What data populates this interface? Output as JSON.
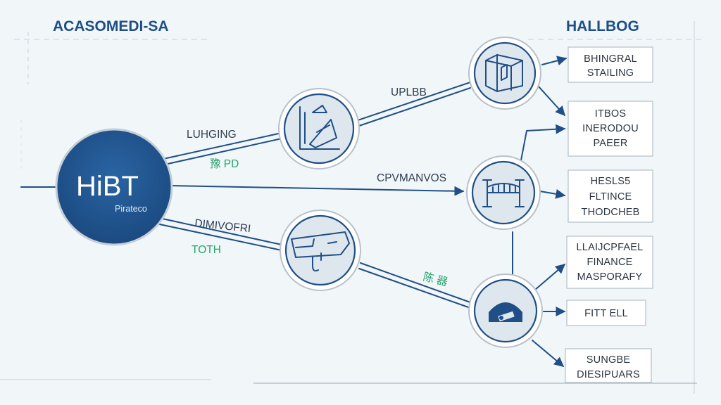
{
  "headers": {
    "left": "ACASOMEDI-SA",
    "right": "HALLBOG"
  },
  "hub": {
    "title": "HiBT",
    "subtitle": "Pirateco"
  },
  "edge_labels": {
    "upper_left": "LUHGING",
    "upper_left_green": "豫 PD",
    "top": "UPLBB",
    "middle": "CPVMANVOS",
    "lower_left": "DIMIVOFRI",
    "lower_left_green": "TOTH",
    "lower_mid_green": "陈 器"
  },
  "nodes": [
    {
      "name": "chart-node",
      "icon": "chart-icon"
    },
    {
      "name": "box-node",
      "icon": "box-icon"
    },
    {
      "name": "bridge-node",
      "icon": "bridge-icon"
    },
    {
      "name": "machine-node",
      "icon": "machine-icon"
    },
    {
      "name": "dome-node",
      "icon": "dome-icon"
    }
  ],
  "boxes": [
    {
      "lines": [
        "BHINGRAL",
        "STAILING"
      ]
    },
    {
      "lines": [
        "ITBOS",
        "INERODOU",
        "PAEER"
      ]
    },
    {
      "lines": [
        "HESLS5",
        "FLTINCE",
        "THODCHEB"
      ]
    },
    {
      "lines": [
        "LLAIJCPFAEL",
        "FINANCE",
        "MASPORAFY"
      ]
    },
    {
      "lines": [
        "FITT ELL"
      ]
    },
    {
      "lines": [
        "SUNGBE",
        "DIESIPUARS"
      ]
    }
  ],
  "colors": {
    "primary": "#1f4f86",
    "green": "#25a36b",
    "background": "#f1f6f9"
  }
}
